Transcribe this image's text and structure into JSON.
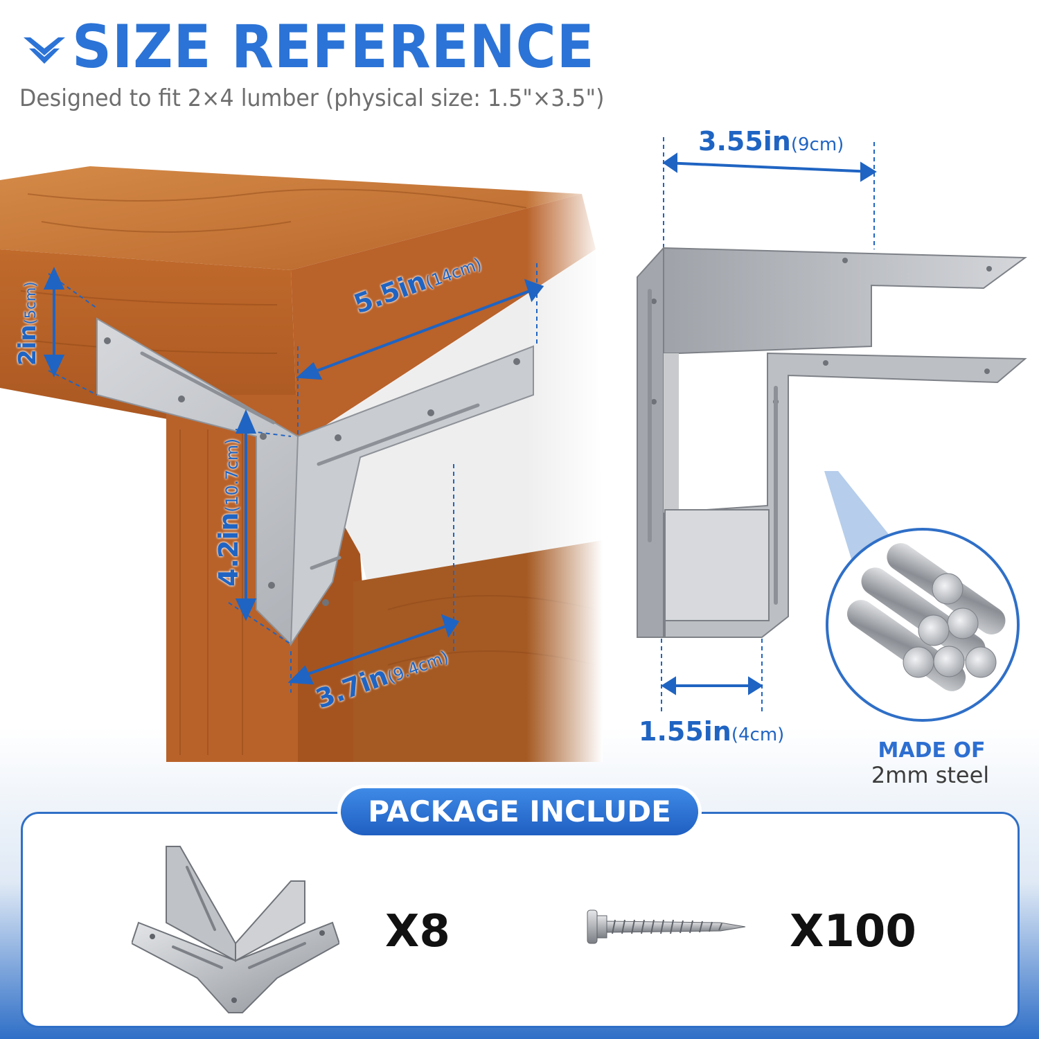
{
  "header": {
    "title": "SIZE REFERENCE",
    "subtitle": "Designed to fit 2×4 lumber (physical size: 1.5\"×3.5\")",
    "logo_icon": "chevron-logo-icon"
  },
  "colors": {
    "accent": "#2b73d6",
    "text_gray": "#6e6e6e",
    "wood": "#c8702a",
    "steel": "#b9bcc1"
  },
  "scene_dimensions": {
    "height": {
      "main": "2in",
      "sub": "(5cm)"
    },
    "width": {
      "main": "5.5in",
      "sub": "(14cm)"
    },
    "leg_height": {
      "main": "4.2in",
      "sub": "(10.7cm)"
    },
    "leg_width": {
      "main": "3.7in",
      "sub": "(9.4cm)"
    }
  },
  "diagram_dimensions": {
    "top_width": {
      "main": "3.55in",
      "sub": "(9cm)"
    },
    "bottom_width": {
      "main": "1.55in",
      "sub": "(4cm)"
    }
  },
  "material": {
    "label": "MADE OF",
    "value": "2mm steel",
    "icon": "steel-rods-icon"
  },
  "package": {
    "title": "PACKAGE INCLUDE",
    "items": [
      {
        "icon": "corner-bracket-icon",
        "quantity": "X8"
      },
      {
        "icon": "screw-icon",
        "quantity": "X100"
      }
    ]
  }
}
